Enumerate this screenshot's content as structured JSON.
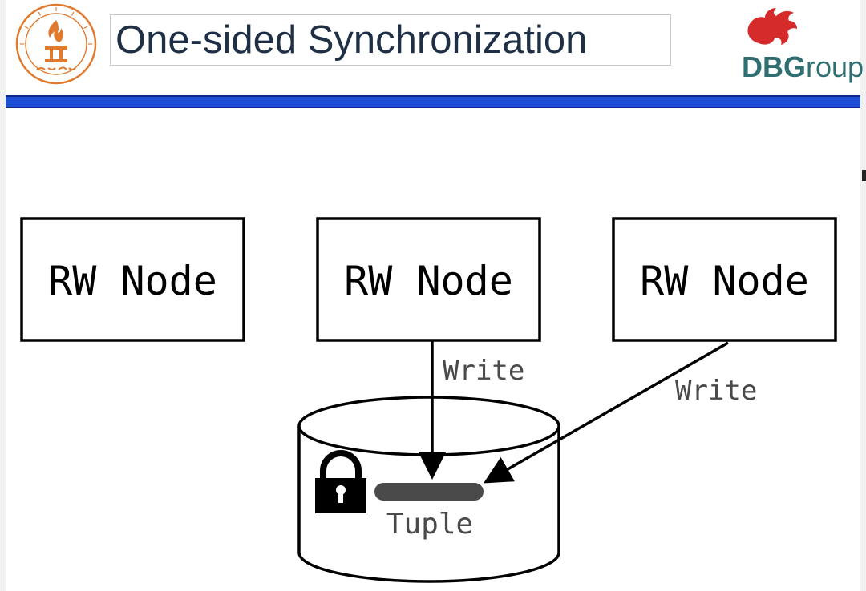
{
  "slide": {
    "title": "One-sided Synchronization",
    "logo_right": {
      "bold": "DBG",
      "rest": "roup"
    },
    "colors": {
      "title": "#1e2f46",
      "header_bar": "#1d4dd4",
      "logo_left": "#e07a2e",
      "logo_right_mark": "#d62b2b",
      "logo_right_text": "#2f6f72"
    }
  },
  "diagram": {
    "nodes": [
      {
        "label": "RW Node"
      },
      {
        "label": "RW Node"
      },
      {
        "label": "RW Node"
      }
    ],
    "edges": [
      {
        "from": "node-2",
        "to": "tuple",
        "label": "Write"
      },
      {
        "from": "node-3",
        "to": "tuple",
        "label": "Write"
      }
    ],
    "storage": {
      "tuple_label": "Tuple",
      "lock_icon": "lock-icon"
    }
  }
}
